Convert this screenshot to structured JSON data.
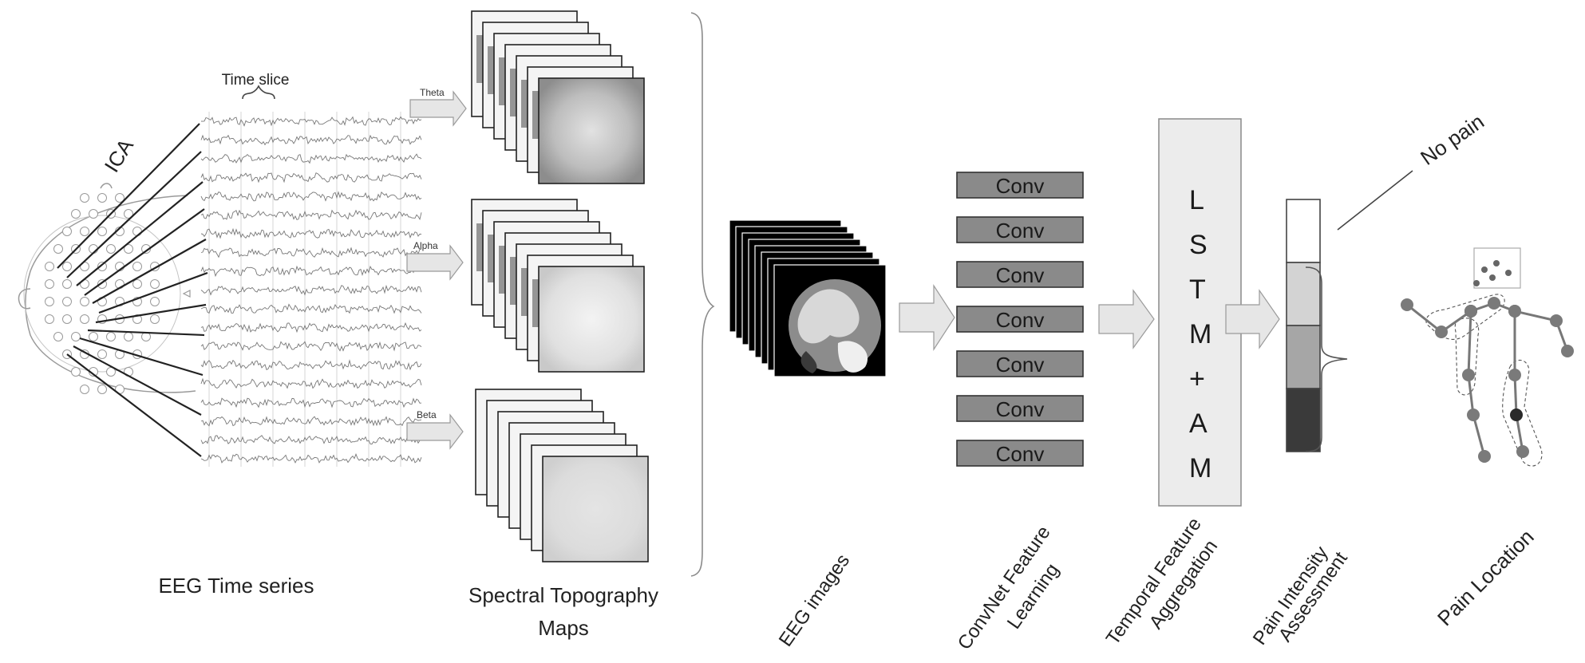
{
  "labels": {
    "time_slice": "Time slice",
    "ica": "ICA",
    "eeg_time_series": "EEG Time series",
    "bands": [
      "Theta",
      "Alpha",
      "Beta"
    ],
    "spectral_line1": "Spectral Topography",
    "spectral_line2": "Maps",
    "eeg_images": "EEG images",
    "conv_labels": [
      "Conv",
      "Conv",
      "Conv",
      "Conv",
      "Conv",
      "Conv",
      "Conv"
    ],
    "lstm_letters": [
      "L",
      "S",
      "T",
      "M",
      "+",
      "A",
      "M"
    ],
    "convnet_line1": "ConvNet Feature",
    "convnet_line2": "Learning",
    "temporal_line1": "Temporal Feature",
    "temporal_line2": "Aggregation",
    "pain_intensity_line1": "Pain Intensity",
    "pain_intensity_line2": "Assessment",
    "no_pain": "No pain",
    "pain_location": "Pain Location"
  },
  "colors": {
    "conv_fill": "#8a8a8a",
    "lstm_fill": "#ececec",
    "arrow_fill": "#e6e6e6",
    "intensity_levels": [
      "#ffffff",
      "#d3d3d3",
      "#a6a6a6",
      "#3a3a3a"
    ],
    "body_joint": "#7a7a7a",
    "body_joint_dark": "#2a2a2a"
  },
  "icons": [
    "head-electrode-map-icon",
    "body-skeleton-icon"
  ]
}
